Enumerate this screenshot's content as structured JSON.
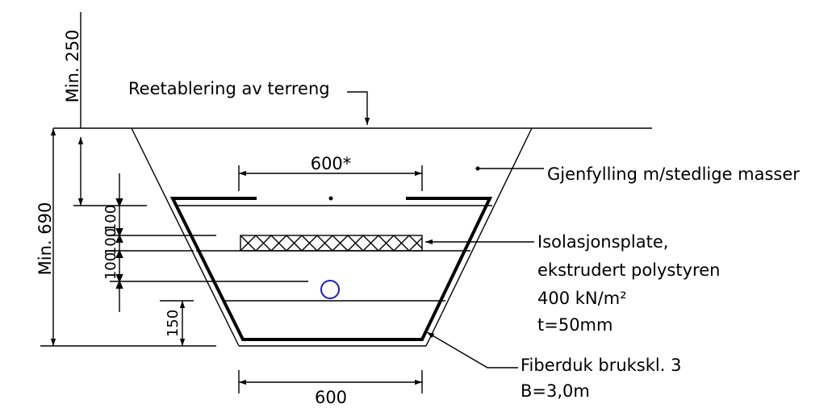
{
  "labels": {
    "terrain": "Reetablering av terreng",
    "backfill": "Gjenfylling m/stedlige masser",
    "insulation_line1": "Isolasjonsplate,",
    "insulation_line2": "ekstrudert polystyren",
    "insulation_strength": "400 kN/m²",
    "insulation_thickness": "t=50mm",
    "fabric_line1": "Fiberduk brukskl. 3",
    "fabric_line2": "B=3,0m"
  },
  "dimensions": {
    "min_cover": "Min. 250",
    "min_depth": "Min. 690",
    "dim_100_upper": "100",
    "dim_100_lower": "100",
    "dim_100_bottom": "100",
    "dim_150": "150",
    "top_width": "600*",
    "bottom_width": "600"
  },
  "colors": {
    "line": "#000000",
    "pipe": "#1a1ad6"
  }
}
